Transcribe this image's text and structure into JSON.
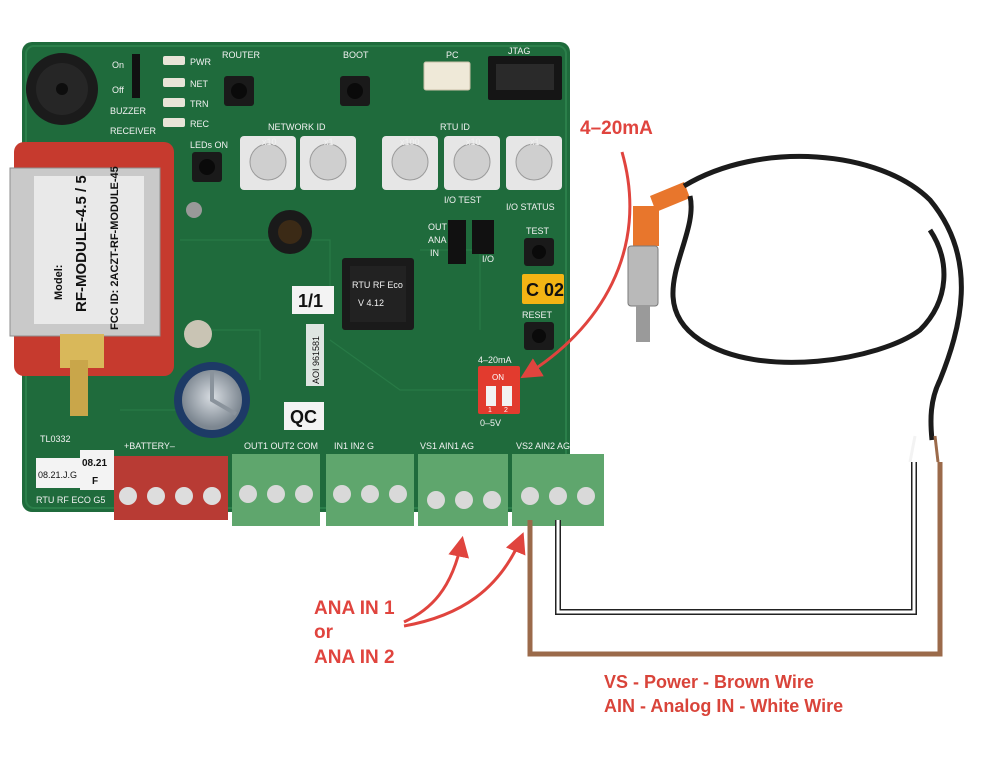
{
  "annotations": {
    "current_loop": "4–20mA",
    "ana_in_1": "ANA IN 1",
    "or": "or",
    "ana_in_2": "ANA IN 2",
    "vs_power": "VS - Power - Brown Wire",
    "ain_analog": "AIN - Analog IN - White Wire"
  },
  "board": {
    "model_line1": "Model:",
    "model_line2": "RF-MODULE-4.5 / 5",
    "fcc_line": "FCC ID: 2ACZT-RF-MODULE-45",
    "chip_line1": "RTU RF Eco",
    "chip_line2": "V 4.12",
    "page_label": "1/1",
    "qc_label": "QC",
    "tag_c02": "C 02",
    "serial": "AOI 961581",
    "buzzer": "BUZZER",
    "on_label": "On",
    "off_label": "Off",
    "led_labels": [
      "PWR",
      "NET",
      "TRN",
      "REC"
    ],
    "leds_on": "LEDs ON",
    "router": "ROUTER",
    "boot": "BOOT",
    "pc": "PC",
    "jtag": "JTAG",
    "network_id": "NETWORK ID",
    "rtu_id": "RTU ID",
    "dial_network": [
      "x10",
      "x1"
    ],
    "dial_rtu": [
      "x100",
      "x10",
      "x1"
    ],
    "io_test": "I/O TEST",
    "io_status": "I/O STATUS",
    "test": "TEST",
    "reset": "RESET",
    "out_label": "OUT",
    "ana_label": "ANA",
    "in_label": "IN",
    "io_label": "I/O",
    "dip_on": "ON",
    "dip_numbers": [
      "1",
      "2"
    ],
    "range_4_20": "4–20mA",
    "range_0_5": "0–5V",
    "battery_label": "+BATTERY–",
    "terminal_labels": [
      "OUT1 OUT2 COM",
      "IN1   IN2   G",
      "VS1  AIN1  AG",
      "VS2  AIN2  AG"
    ],
    "sticker1": "08.21.J.G",
    "sticker2_line1": "08.21",
    "sticker2_line2": "F",
    "bottom_text": "RTU RF ECO G5",
    "tl_code": "TL0332",
    "receiver": "RECEIVER"
  },
  "colors": {
    "pcb": "#1f6b3c",
    "annotation_red": "#e0443e",
    "brown_wire": "#9b6a4a",
    "white_wire": "#ffffff",
    "terminal_green": "#5fa66d",
    "battery_red": "#b83b34",
    "sensor_orange": "#e8762c"
  }
}
